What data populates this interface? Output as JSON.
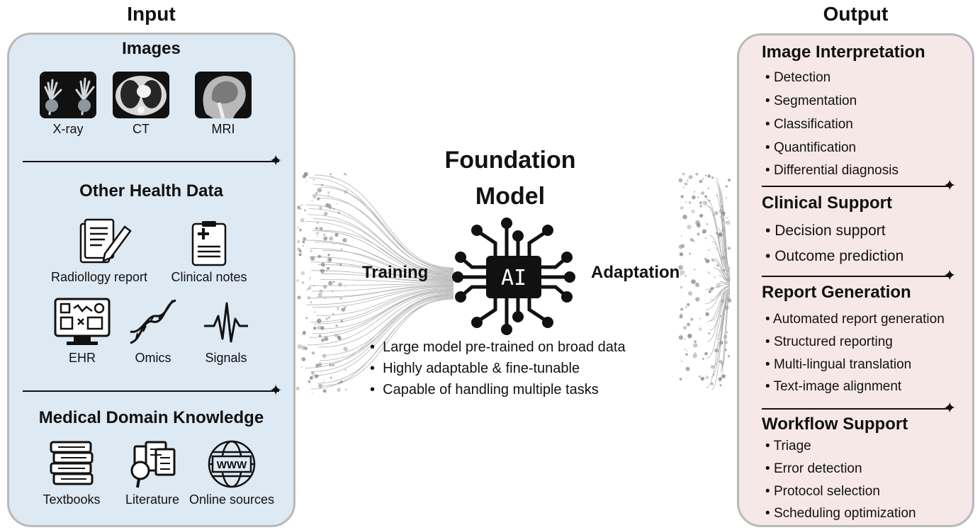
{
  "input": {
    "title": "Input",
    "images": {
      "title": "Images",
      "items": [
        {
          "label": "X-ray",
          "icon": "xray-hands-icon"
        },
        {
          "label": "CT",
          "icon": "ct-chest-icon"
        },
        {
          "label": "MRI",
          "icon": "mri-head-icon"
        }
      ]
    },
    "health_data": {
      "title": "Other Health Data",
      "items": [
        {
          "label": "Radiollogy report",
          "icon": "report-pencil-icon"
        },
        {
          "label": "Clinical notes",
          "icon": "clipboard-icon"
        },
        {
          "label": "EHR",
          "icon": "monitor-icon"
        },
        {
          "label": "Omics",
          "icon": "dna-icon"
        },
        {
          "label": "Signals",
          "icon": "waveform-icon"
        }
      ]
    },
    "knowledge": {
      "title": "Medical Domain Knowledge",
      "items": [
        {
          "label": "Textbooks",
          "icon": "books-icon"
        },
        {
          "label": "Literature",
          "icon": "documents-magnifier-icon"
        },
        {
          "label": "Online sources",
          "icon": "www-globe-icon",
          "glyph": "WWW"
        }
      ]
    }
  },
  "center": {
    "title_line1": "Foundation",
    "title_line2": "Model",
    "chip_text": "AI",
    "left_label": "Training",
    "right_label": "Adaptation",
    "bullets": [
      "Large model pre-trained on broad data",
      "Highly adaptable & fine-tunable",
      "Capable of handling multiple tasks"
    ]
  },
  "output": {
    "title": "Output",
    "sections": [
      {
        "title": "Image Interpretation",
        "items": [
          "Detection",
          "Segmentation",
          "Classification",
          "Quantification",
          "Differential diagnosis"
        ]
      },
      {
        "title": "Clinical Support",
        "items": [
          "Decision support",
          "Outcome prediction"
        ]
      },
      {
        "title": "Report Generation",
        "items": [
          "Automated report generation",
          "Structured reporting",
          "Multi-lingual translation",
          "Text-image alignment"
        ]
      },
      {
        "title": "Workflow Support",
        "items": [
          "Triage",
          "Error detection",
          "Protocol selection",
          "Scheduling optimization"
        ]
      }
    ]
  }
}
